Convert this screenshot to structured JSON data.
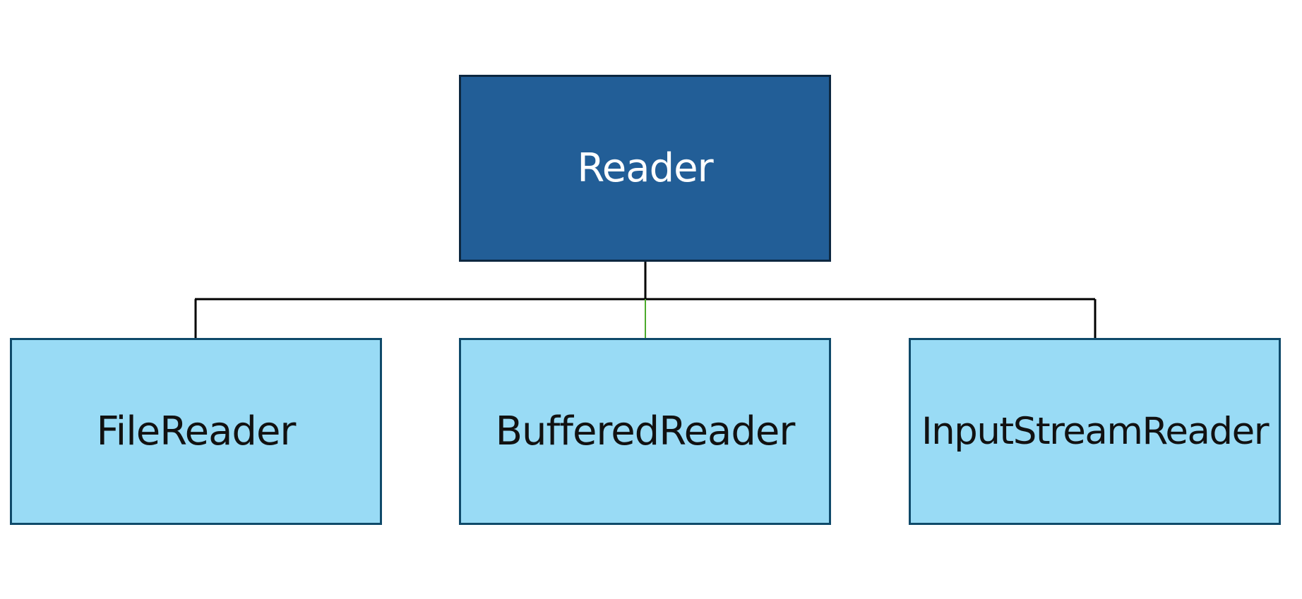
{
  "diagram": {
    "root": {
      "label": "Reader"
    },
    "children": [
      {
        "label": "FileReader"
      },
      {
        "label": "BufferedReader"
      },
      {
        "label": "InputStreamReader"
      }
    ]
  },
  "colors": {
    "root_fill": "#225e97",
    "root_text": "#ffffff",
    "child_fill": "#99dbf5",
    "child_text": "#111111",
    "connector": "#000000",
    "connector_accent": "#4caa2c"
  }
}
